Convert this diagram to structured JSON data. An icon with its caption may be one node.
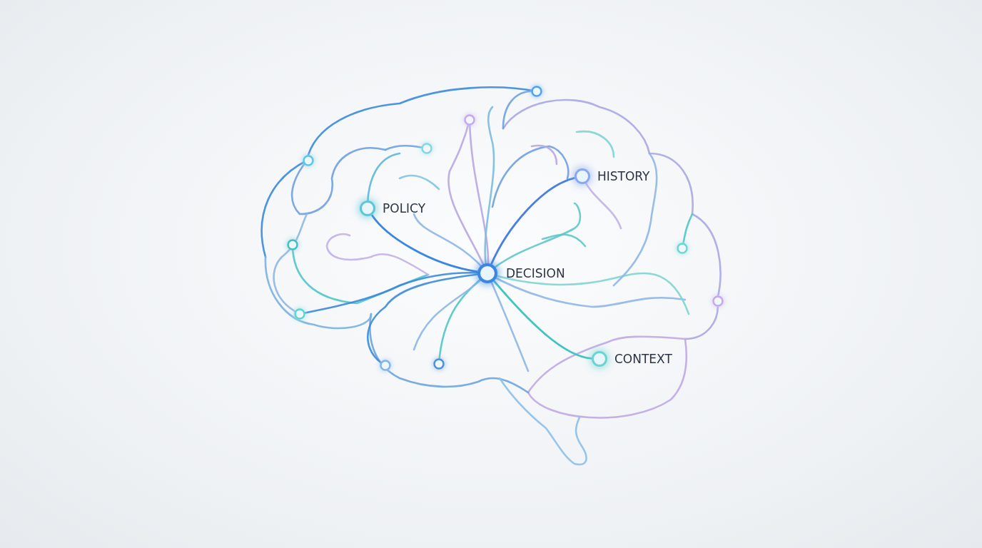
{
  "diagram": {
    "nodes": [
      {
        "text": [],
        "shape": "circle",
        "beside": [
          "POLICY"
        ]
      },
      {
        "text": [],
        "shape": "circle",
        "beside": [
          "HISTORY"
        ]
      },
      {
        "text": [],
        "shape": "circle",
        "beside": [
          "DECISION"
        ]
      },
      {
        "text": [],
        "shape": "circle",
        "beside": [
          "CONTEXT"
        ]
      }
    ],
    "edges": [
      {
        "from": 2,
        "to": 0,
        "arrow": "none"
      },
      {
        "from": 2,
        "to": 1,
        "arrow": "none"
      },
      {
        "from": 2,
        "to": 3,
        "arrow": "none"
      }
    ]
  }
}
